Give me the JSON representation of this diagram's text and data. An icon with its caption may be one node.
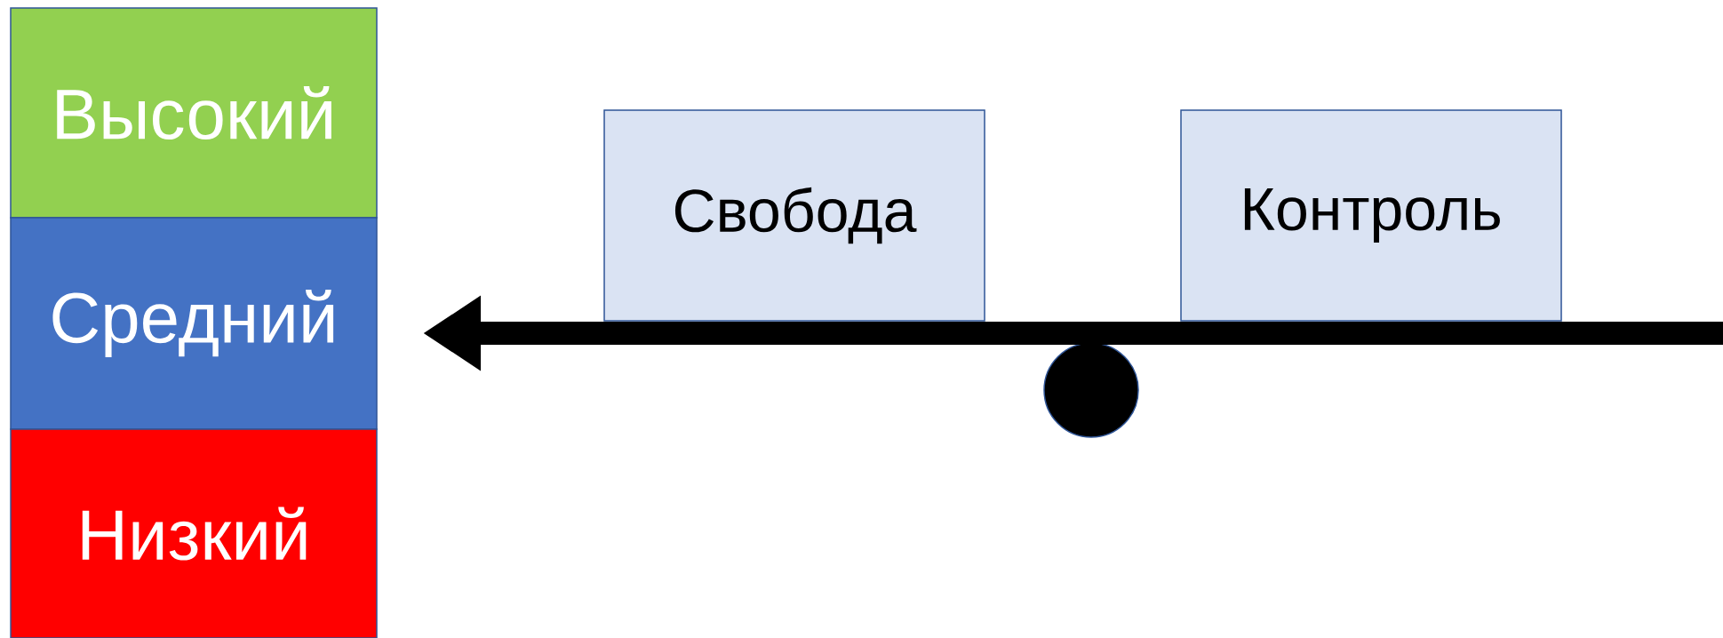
{
  "diagram": {
    "nodes": [
      {
        "text": [
          "Высокий"
        ]
      },
      {
        "text": [
          "Средний"
        ]
      },
      {
        "text": [
          "Низкий"
        ]
      },
      {
        "text": [
          "Свобода"
        ]
      },
      {
        "text": [
          "Контроль"
        ]
      },
      {
        "text": [],
        "shape": "circle"
      }
    ],
    "edges": [
      {
        "from": null,
        "to": 1,
        "arrow": "to"
      }
    ]
  }
}
